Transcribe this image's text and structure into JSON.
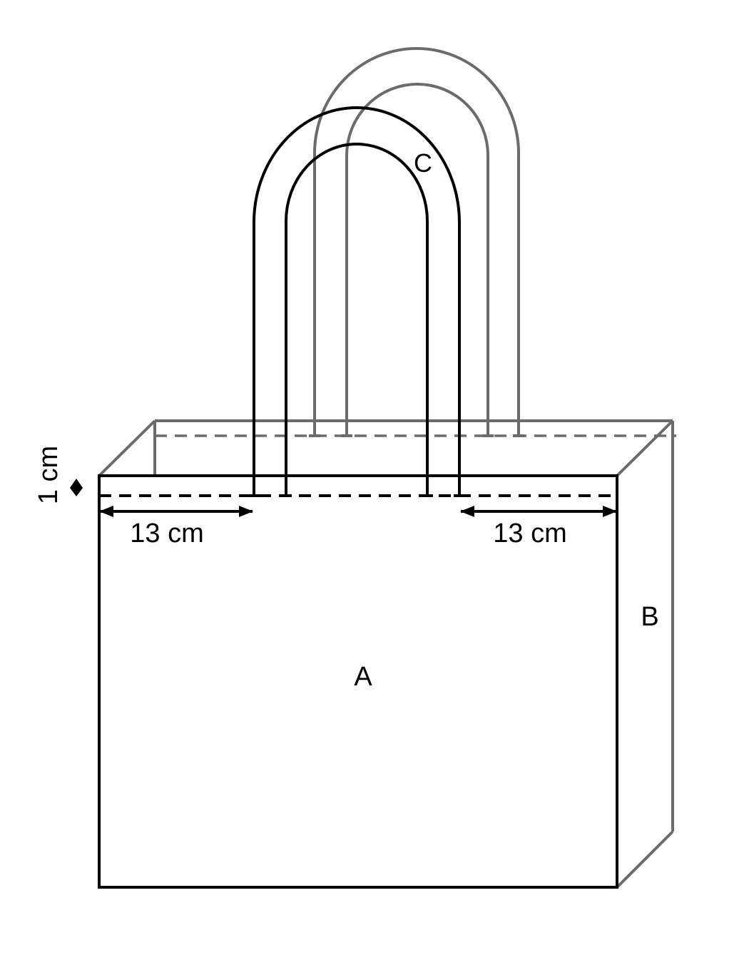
{
  "labels": {
    "front_panel": "A",
    "side_panel": "B",
    "handle": "C",
    "top_margin": "1 cm",
    "left_offset": "13 cm",
    "right_offset": "13 cm"
  },
  "colors": {
    "front": "#000000",
    "back": "#6b6b6b",
    "background": "#ffffff"
  }
}
